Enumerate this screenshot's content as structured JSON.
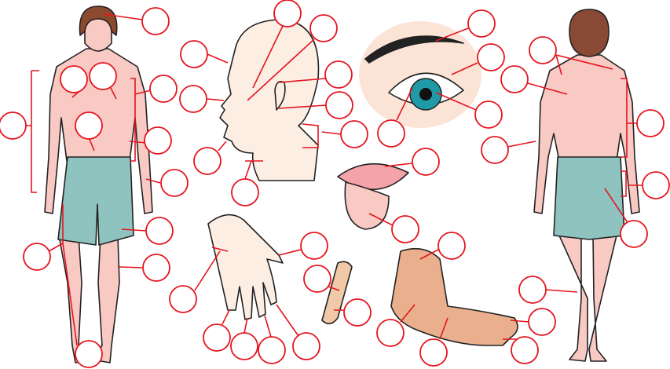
{
  "colors": {
    "skin": "#f9c9c4",
    "skin_light": "#fdeee4",
    "foot_skin": "#eab08e",
    "shorts": "#8fc3bf",
    "hair": "#8b4a2e",
    "back_hair": "#8a4934",
    "iris": "#1f9aa6",
    "eye_bg": "#fbe4d6",
    "label_line": "#e5141e",
    "outline": "#222222"
  },
  "icons": {
    "front_figure": "human-front-figure",
    "back_figure": "human-back-figure",
    "head": "head-profile",
    "eye": "eye",
    "mouth": "mouth-tongue",
    "hand": "hand",
    "finger": "finger",
    "foot": "foot"
  },
  "label_count": 45
}
